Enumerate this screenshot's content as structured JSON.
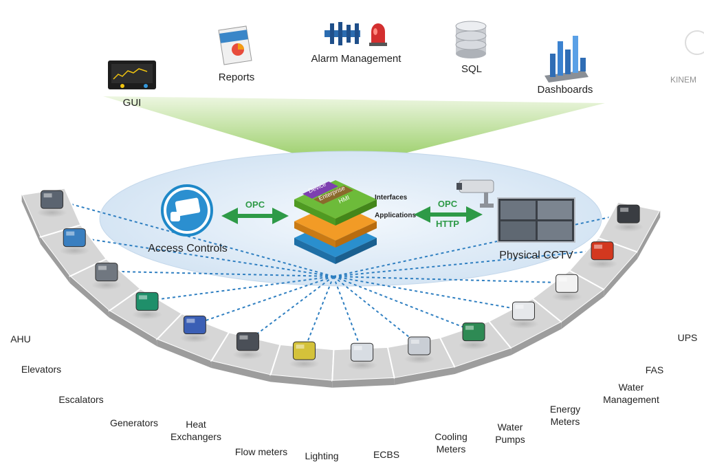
{
  "top_apps": [
    {
      "label": "GUI",
      "icon": "gui-screen-icon"
    },
    {
      "label": "Reports",
      "icon": "report-doc-icon"
    },
    {
      "label": "Alarm Management",
      "icon": "alarm-icon"
    },
    {
      "label": "SQL",
      "icon": "database-icon"
    },
    {
      "label": "Dashboards",
      "icon": "bar-chart-icon"
    }
  ],
  "watermark": "KINEM",
  "center": {
    "layers": [
      "Device",
      "Enterprise",
      "HMI"
    ],
    "interfaces_label": "Interfaces",
    "applications_label": "Applications",
    "left_system": "Access Controls",
    "left_protocol": "OPC",
    "right_system": "Physical CCTV",
    "right_protocol_1": "OPC",
    "right_protocol_2": "HTTP"
  },
  "devices": [
    {
      "label": "AHU",
      "icon": "ahu-unit-icon"
    },
    {
      "label": "Elevators",
      "icon": "elevator-motor-icon"
    },
    {
      "label": "Escalators",
      "icon": "escalator-icon"
    },
    {
      "label": "Generators",
      "icon": "generator-icon"
    },
    {
      "label": "Heat Exchangers",
      "icon": "heat-exchanger-icon"
    },
    {
      "label": "Flow meters",
      "icon": "flow-meter-icon"
    },
    {
      "label": "Lighting",
      "icon": "lighting-icon"
    },
    {
      "label": "ECBS",
      "icon": "ecbs-panel-icon"
    },
    {
      "label": "Cooling Meters",
      "icon": "cooling-meter-icon"
    },
    {
      "label": "Water Pumps",
      "icon": "water-pump-icon"
    },
    {
      "label": "Energy Meters",
      "icon": "energy-meter-icon"
    },
    {
      "label": "Water Management",
      "icon": "water-tank-icon"
    },
    {
      "label": "FAS",
      "icon": "fire-alarm-icon"
    },
    {
      "label": "UPS",
      "icon": "ups-icon"
    }
  ],
  "colors": {
    "beam": "#8cc63f",
    "ellipse": "#dbe9f6",
    "arrow": "#2e9a47",
    "dash": "#2f7fc1",
    "tile": "#d6d6d6"
  }
}
